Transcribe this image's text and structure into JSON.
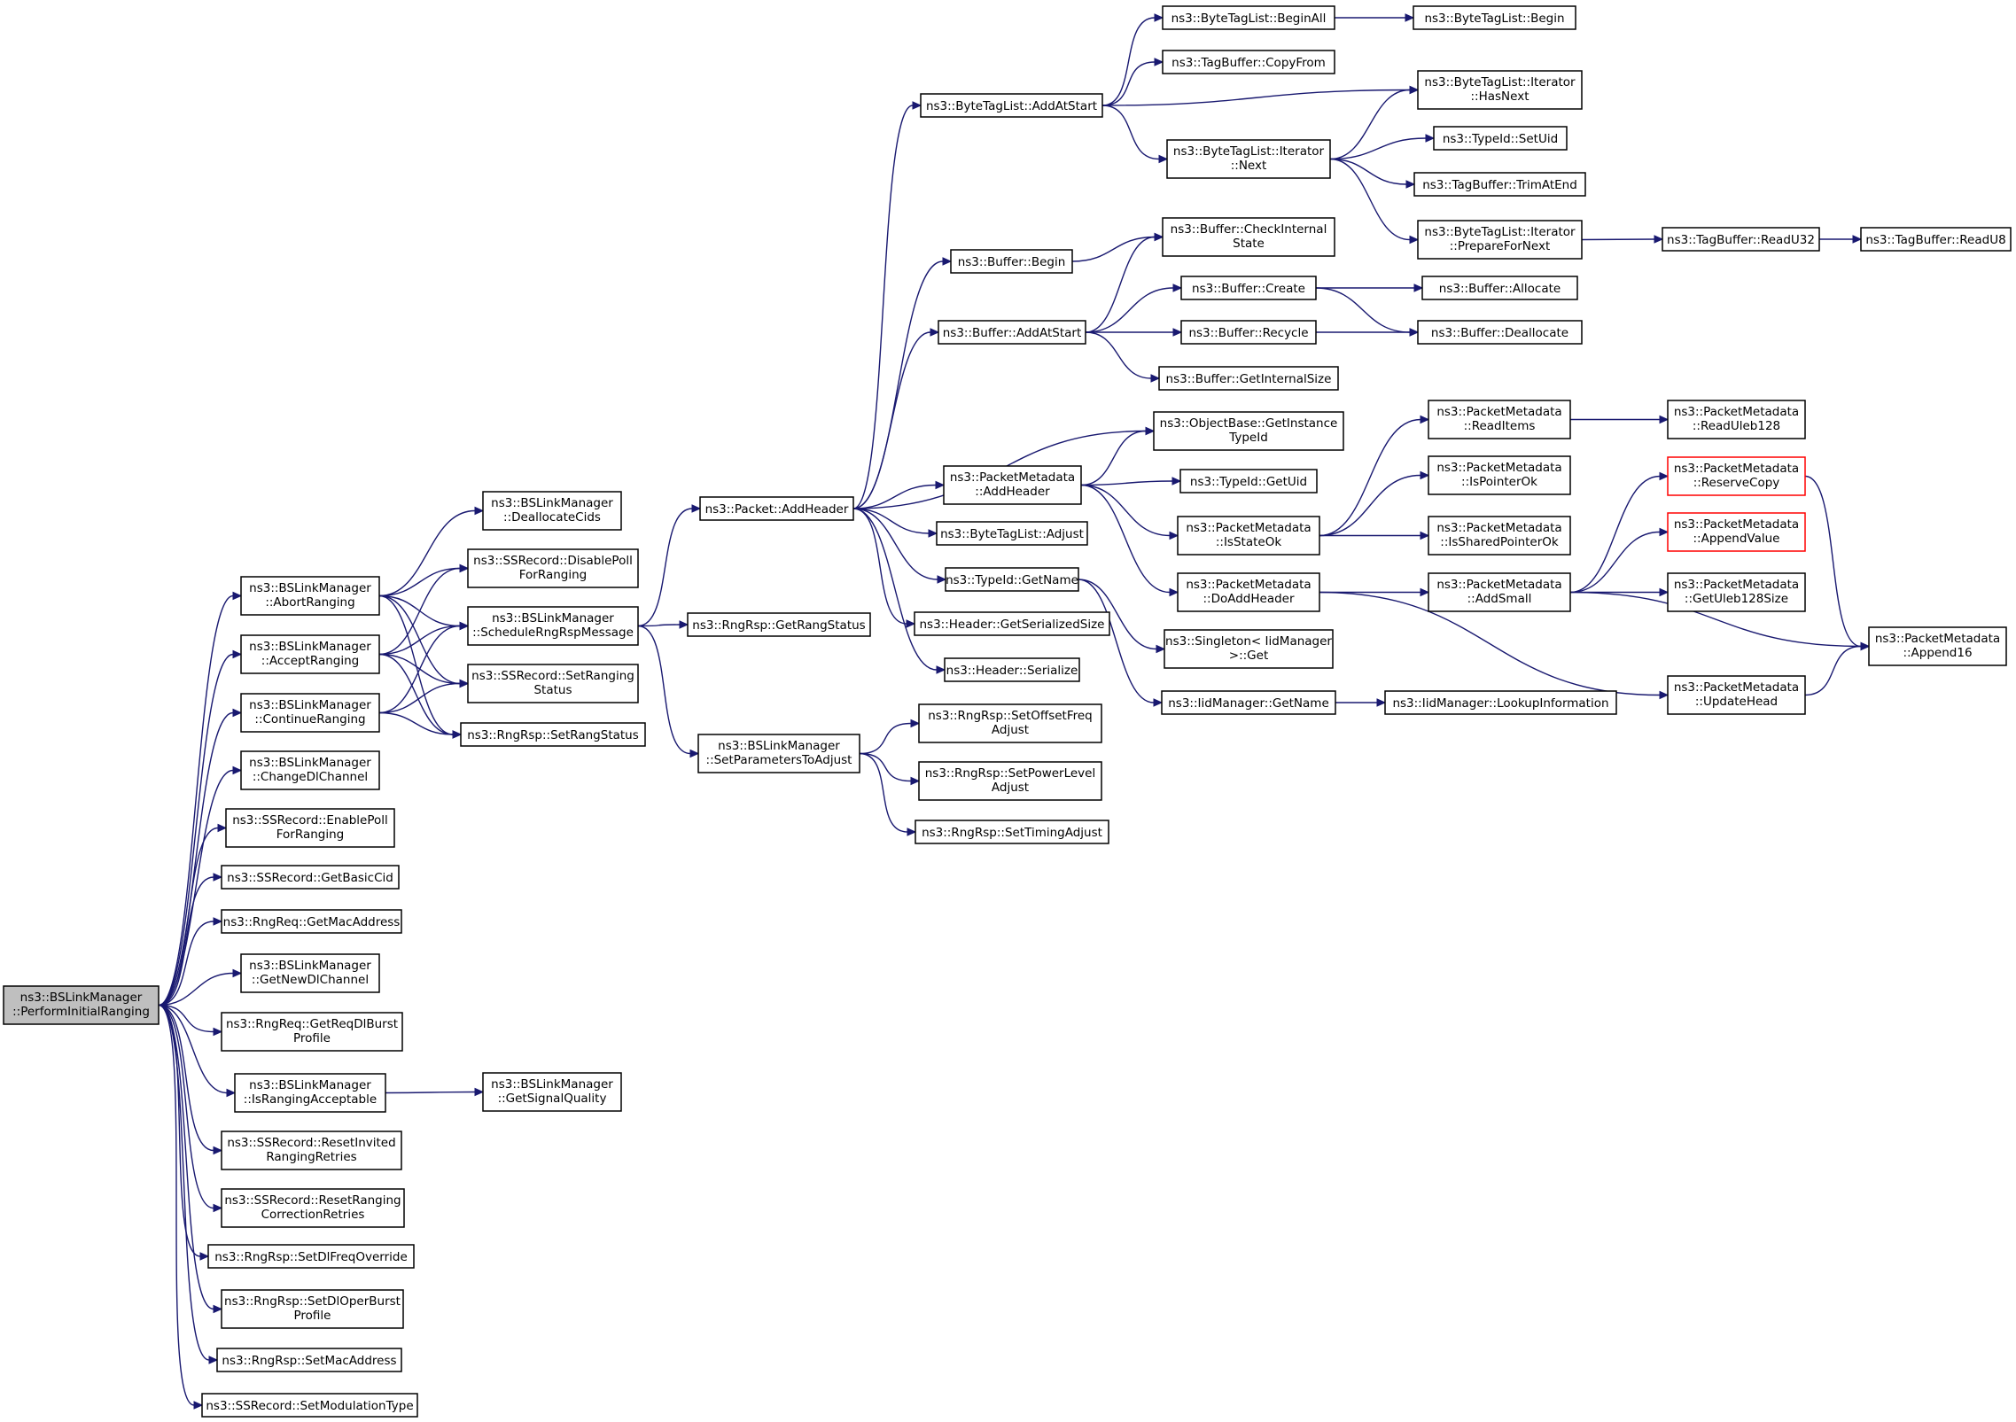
{
  "colors": {
    "edge": "#191970",
    "root_fill": "#bfbfbf",
    "truncated_border": "#ff0000",
    "node_border": "#000000"
  },
  "nodes": {
    "root": [
      "ns3::BSLinkManager",
      "::PerformInitialRanging"
    ],
    "abort": [
      "ns3::BSLinkManager",
      "::AbortRanging"
    ],
    "accept": [
      "ns3::BSLinkManager",
      "::AcceptRanging"
    ],
    "continue": [
      "ns3::BSLinkManager",
      "::ContinueRanging"
    ],
    "changedl": [
      "ns3::BSLinkManager",
      "::ChangeDlChannel"
    ],
    "enablepoll": [
      "ns3::SSRecord::EnablePoll",
      "ForRanging"
    ],
    "getbasiccid": [
      "ns3::SSRecord::GetBasicCid"
    ],
    "getmac": [
      "ns3::RngReq::GetMacAddress"
    ],
    "getnewdl": [
      "ns3::BSLinkManager",
      "::GetNewDlChannel"
    ],
    "getreqdl": [
      "ns3::RngReq::GetReqDlBurst",
      "Profile"
    ],
    "israngingacc": [
      "ns3::BSLinkManager",
      "::IsRangingAcceptable"
    ],
    "resetinvited": [
      "ns3::SSRecord::ResetInvited",
      "RangingRetries"
    ],
    "resetranging": [
      "ns3::SSRecord::ResetRanging",
      "CorrectionRetries"
    ],
    "setdlfreq": [
      "ns3::RngRsp::SetDlFreqOverride"
    ],
    "setdloper": [
      "ns3::RngRsp::SetDlOperBurst",
      "Profile"
    ],
    "setmacaddr": [
      "ns3::RngRsp::SetMacAddress"
    ],
    "setmodtype": [
      "ns3::SSRecord::SetModulationType"
    ],
    "dealloccids": [
      "ns3::BSLinkManager",
      "::DeallocateCids"
    ],
    "disablepoll": [
      "ns3::SSRecord::DisablePoll",
      "ForRanging"
    ],
    "schedulerng": [
      "ns3::BSLinkManager",
      "::ScheduleRngRspMessage"
    ],
    "setrangingstatus": [
      "ns3::SSRecord::SetRanging",
      "Status"
    ],
    "setrangstatus": [
      "ns3::RngRsp::SetRangStatus"
    ],
    "getsignal": [
      "ns3::BSLinkManager",
      "::GetSignalQuality"
    ],
    "packetaddheader": [
      "ns3::Packet::AddHeader"
    ],
    "getrangstatus": [
      "ns3::RngRsp::GetRangStatus"
    ],
    "setparams": [
      "ns3::BSLinkManager",
      "::SetParametersToAdjust"
    ],
    "setoffset": [
      "ns3::RngRsp::SetOffsetFreq",
      "Adjust"
    ],
    "setpower": [
      "ns3::RngRsp::SetPowerLevel",
      "Adjust"
    ],
    "settiming": [
      "ns3::RngRsp::SetTimingAdjust"
    ],
    "btl_addatstart": [
      "ns3::ByteTagList::AddAtStart"
    ],
    "buf_begin": [
      "ns3::Buffer::Begin"
    ],
    "buf_addatstart": [
      "ns3::Buffer::AddAtStart"
    ],
    "pm_addheader": [
      "ns3::PacketMetadata",
      "::AddHeader"
    ],
    "btl_adjust": [
      "ns3::ByteTagList::Adjust"
    ],
    "typeid_getname": [
      "ns3::TypeId::GetName"
    ],
    "hdr_getsize": [
      "ns3::Header::GetSerializedSize"
    ],
    "hdr_serialize": [
      "ns3::Header::Serialize"
    ],
    "btl_beginall": [
      "ns3::ByteTagList::BeginAll"
    ],
    "tb_copyfrom": [
      "ns3::TagBuffer::CopyFrom"
    ],
    "btli_next": [
      "ns3::ByteTagList::Iterator",
      "::Next"
    ],
    "btl_begin": [
      "ns3::ByteTagList::Begin"
    ],
    "btli_hasnext": [
      "ns3::ByteTagList::Iterator",
      "::HasNext"
    ],
    "typeid_setuid": [
      "ns3::TypeId::SetUid"
    ],
    "tb_trimatend": [
      "ns3::TagBuffer::TrimAtEnd"
    ],
    "btli_prepare": [
      "ns3::ByteTagList::Iterator",
      "::PrepareForNext"
    ],
    "tb_readu32": [
      "ns3::TagBuffer::ReadU32"
    ],
    "tb_readu8": [
      "ns3::TagBuffer::ReadU8"
    ],
    "buf_checkint": [
      "ns3::Buffer::CheckInternal",
      "State"
    ],
    "buf_create": [
      "ns3::Buffer::Create"
    ],
    "buf_recycle": [
      "ns3::Buffer::Recycle"
    ],
    "buf_getintsize": [
      "ns3::Buffer::GetInternalSize"
    ],
    "buf_allocate": [
      "ns3::Buffer::Allocate"
    ],
    "buf_deallocate": [
      "ns3::Buffer::Deallocate"
    ],
    "ob_getinst": [
      "ns3::ObjectBase::GetInstance",
      "TypeId"
    ],
    "typeid_getuid": [
      "ns3::TypeId::GetUid"
    ],
    "pm_isstateok": [
      "ns3::PacketMetadata",
      "::IsStateOk"
    ],
    "pm_doaddheader": [
      "ns3::PacketMetadata",
      "::DoAddHeader"
    ],
    "singleton_get": [
      "ns3::Singleton< IidManager",
      ">::Get"
    ],
    "iid_getname": [
      "ns3::IidManager::GetName"
    ],
    "iid_lookup": [
      "ns3::IidManager::LookupInformation"
    ],
    "pm_readitems": [
      "ns3::PacketMetadata",
      "::ReadItems"
    ],
    "pm_ispointerok": [
      "ns3::PacketMetadata",
      "::IsPointerOk"
    ],
    "pm_issharedptr": [
      "ns3::PacketMetadata",
      "::IsSharedPointerOk"
    ],
    "pm_addsmall": [
      "ns3::PacketMetadata",
      "::AddSmall"
    ],
    "pm_updatehead": [
      "ns3::PacketMetadata",
      "::UpdateHead"
    ],
    "pm_readuleb": [
      "ns3::PacketMetadata",
      "::ReadUleb128"
    ],
    "pm_reservecopy": [
      "ns3::PacketMetadata",
      "::ReserveCopy"
    ],
    "pm_appendvalue": [
      "ns3::PacketMetadata",
      "::AppendValue"
    ],
    "pm_getuleb": [
      "ns3::PacketMetadata",
      "::GetUleb128Size"
    ],
    "pm_append16": [
      "ns3::PacketMetadata",
      "::Append16"
    ]
  }
}
